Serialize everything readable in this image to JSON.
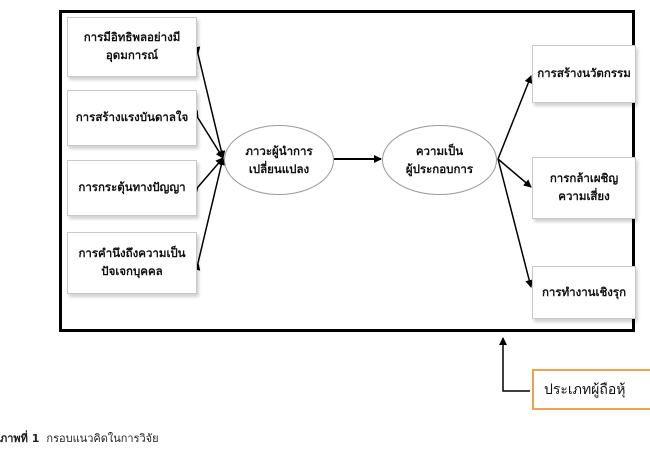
{
  "left_boxes": [
    {
      "lines": [
        "การมีอิทธิพลอย่างมี",
        "อุดมการณ์"
      ]
    },
    {
      "lines": [
        "การสร้างแรงบันดาลใจ"
      ]
    },
    {
      "lines": [
        "การกระตุ้นทางปัญญา"
      ]
    },
    {
      "lines": [
        "การคำนึงถึงความเป็น",
        "ปัจเจกบุคคล"
      ]
    }
  ],
  "center_left": {
    "lines": [
      "ภาวะผู้นำการ",
      "เปลี่ยนแปลง"
    ]
  },
  "center_right": {
    "lines": [
      "ความเป็น",
      "ผู้ประกอบการ"
    ]
  },
  "right_boxes": [
    {
      "lines": [
        "การสร้างนวัตกรรม"
      ]
    },
    {
      "lines": [
        "การกล้าเผชิญ",
        "ความเสี่ยง"
      ]
    },
    {
      "lines": [
        "การทำงานเชิงรุก"
      ]
    }
  ],
  "moderator": {
    "label": "ประเภทผู้ถือหุ้"
  },
  "caption": {
    "label": "ภาพที่ 1",
    "text": "กรอบแนวคิดในการวิจัย"
  }
}
